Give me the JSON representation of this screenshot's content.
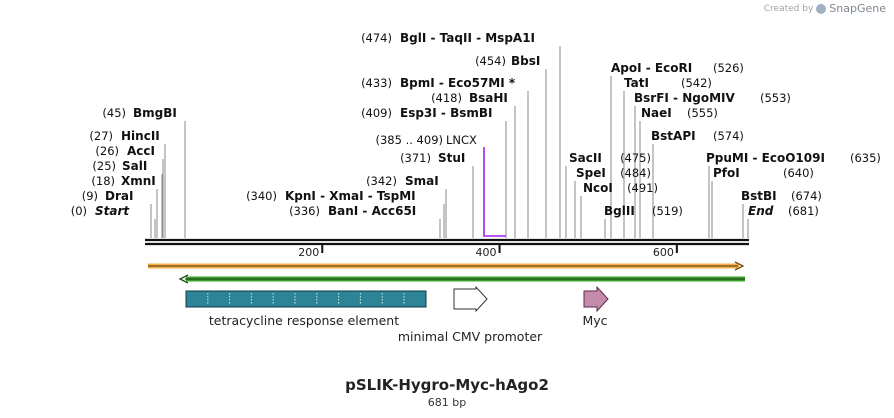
{
  "credit": {
    "prefix": "Created by",
    "brand": "SnapGene"
  },
  "map": {
    "title": "pSLIK-Hygro-Myc-hAgo2",
    "length_label": "681 bp",
    "ticks": [
      {
        "bp": 200,
        "label": "200"
      },
      {
        "bp": 400,
        "label": "400"
      },
      {
        "bp": 600,
        "label": "600"
      }
    ],
    "sites": [
      {
        "pos": "(0)",
        "name": "Start",
        "italic": true
      },
      {
        "pos": "(9)",
        "name": "DraI"
      },
      {
        "pos": "(18)",
        "name": "XmnI"
      },
      {
        "pos": "(25)",
        "name": "SalI"
      },
      {
        "pos": "(26)",
        "name": "AccI"
      },
      {
        "pos": "(27)",
        "name": "HincII"
      },
      {
        "pos": "(45)",
        "name": "BmgBI"
      },
      {
        "pos": "(336)",
        "name": "BanI  -  Acc65I"
      },
      {
        "pos": "(340)",
        "name": "KpnI  -  XmaI  -  TspMI"
      },
      {
        "pos": "(342)",
        "name": "SmaI"
      },
      {
        "pos": "(371)",
        "name": "StuI"
      },
      {
        "pos": "(409)",
        "name": "Esp3I  -  BsmBI"
      },
      {
        "pos": "(418)",
        "name": "BsaHI"
      },
      {
        "pos": "(433)",
        "name": "BpmI  -  Eco57MI *"
      },
      {
        "pos": "(454)",
        "name": "BbsI"
      },
      {
        "pos": "(474)",
        "name": "BglI  -  TaqII  -  MspA1I"
      },
      {
        "pos": "(475)",
        "name": "SacII"
      },
      {
        "pos": "(484)",
        "name": "SpeI"
      },
      {
        "pos": "(491)",
        "name": "NcoI"
      },
      {
        "pos": "(519)",
        "name": "BglII"
      },
      {
        "pos": "(526)",
        "name": "ApoI  -  EcoRI"
      },
      {
        "pos": "(542)",
        "name": "TatI"
      },
      {
        "pos": "(553)",
        "name": "BsrFI  -  NgoMIV"
      },
      {
        "pos": "(555)",
        "name": "NaeI"
      },
      {
        "pos": "(574)",
        "name": "BstAPI"
      },
      {
        "pos": "(635)",
        "name": "PpuMI  -  EcoO109I"
      },
      {
        "pos": "(640)",
        "name": "PfoI"
      },
      {
        "pos": "(674)",
        "name": "BstBI"
      },
      {
        "pos": "(681)",
        "name": "End",
        "italic": true
      }
    ],
    "primer": {
      "pos": "(385 .. 409)",
      "name": "LNCX",
      "color": "#a020f0"
    },
    "features": [
      {
        "name": "tetracycline response element",
        "kind": "repeat",
        "color": "#2e8497"
      },
      {
        "name": "minimal CMV promoter",
        "kind": "promoter",
        "color": "#ffffff"
      },
      {
        "name": "Myc",
        "kind": "tag",
        "color": "#c58bab"
      }
    ],
    "colors": {
      "forward_arrow": "#f3b04a",
      "reverse_arrow": "#3c9f2e",
      "backbone": "#000000"
    }
  }
}
